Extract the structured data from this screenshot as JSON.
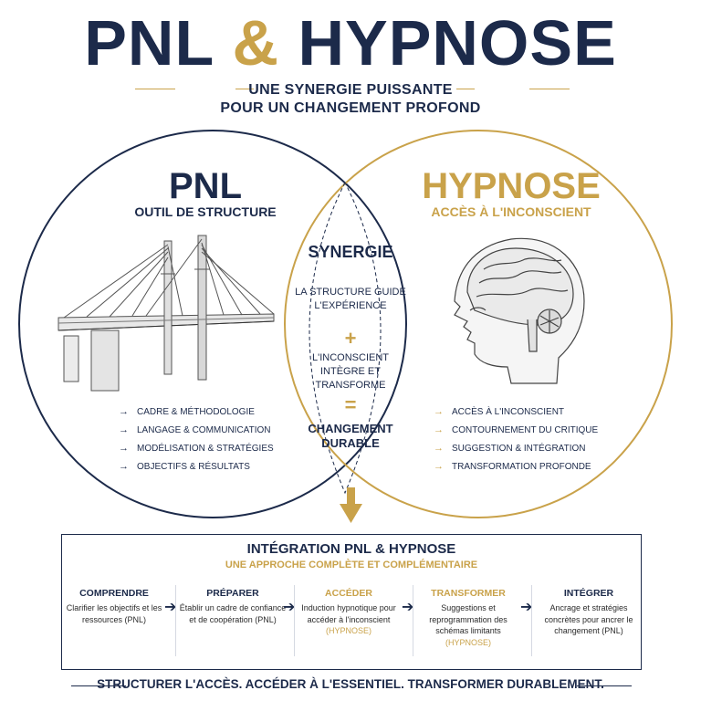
{
  "header": {
    "title_part1": "PNL",
    "title_amp": "&",
    "title_part2": "HYPNOSE",
    "subtitle_line1": "UNE SYNERGIE PUISSANTE",
    "subtitle_line2": "POUR UN CHANGEMENT PROFOND"
  },
  "pnl": {
    "title": "PNL",
    "subtitle": "OUTIL DE STRUCTURE",
    "items": [
      "CADRE & MÉTHODOLOGIE",
      "LANGAGE & COMMUNICATION",
      "MODÉLISATION & STRATÉGIES",
      "OBJECTIFS & RÉSULTATS"
    ]
  },
  "hypnose": {
    "title": "HYPNOSE",
    "subtitle": "ACCÈS À L'INCONSCIENT",
    "items": [
      "ACCÈS À L'INCONSCIENT",
      "CONTOURNEMENT DU CRITIQUE",
      "SUGGESTION & INTÉGRATION",
      "TRANSFORMATION PROFONDE"
    ]
  },
  "synergy": {
    "title": "SYNERGIE",
    "line1": "LA STRUCTURE GUIDE L'EXPÉRIENCE",
    "plus": "+",
    "line2": "L'INCONSCIENT INTÈGRE ET TRANSFORME",
    "equals": "=",
    "result": "CHANGEMENT DURABLE"
  },
  "integration": {
    "title": "INTÉGRATION PNL & HYPNOSE",
    "subtitle": "UNE APPROCHE COMPLÈTE ET COMPLÉMENTAIRE",
    "steps": [
      {
        "name": "COMPRENDRE",
        "desc": "Clarifier les objectifs et les ressources (PNL)"
      },
      {
        "name": "PRÉPARER",
        "desc": "Établir un cadre de confiance et de coopération (PNL)"
      },
      {
        "name": "ACCÉDER",
        "desc": "Induction hypnotique pour accéder à l'inconscient",
        "note": "(HYPNOSE)"
      },
      {
        "name": "TRANSFORMER",
        "desc": "Suggestions et reprogrammation des schémas limitants",
        "note": "(HYPNOSE)"
      },
      {
        "name": "INTÉGRER",
        "desc": "Ancrage et stratégies concrètes pour ancrer le changement (PNL)"
      }
    ]
  },
  "footer": {
    "text": "STRUCTURER L'ACCÈS. ACCÉDER À L'ESSENTIEL. TRANSFORMER DURABLEMENT."
  },
  "colors": {
    "navy": "#1c2a4a",
    "gold": "#c9a24a"
  },
  "icons": [
    "bridge-illustration",
    "brain-head-illustration",
    "arrow-down-icon",
    "arrow-right-icon"
  ]
}
